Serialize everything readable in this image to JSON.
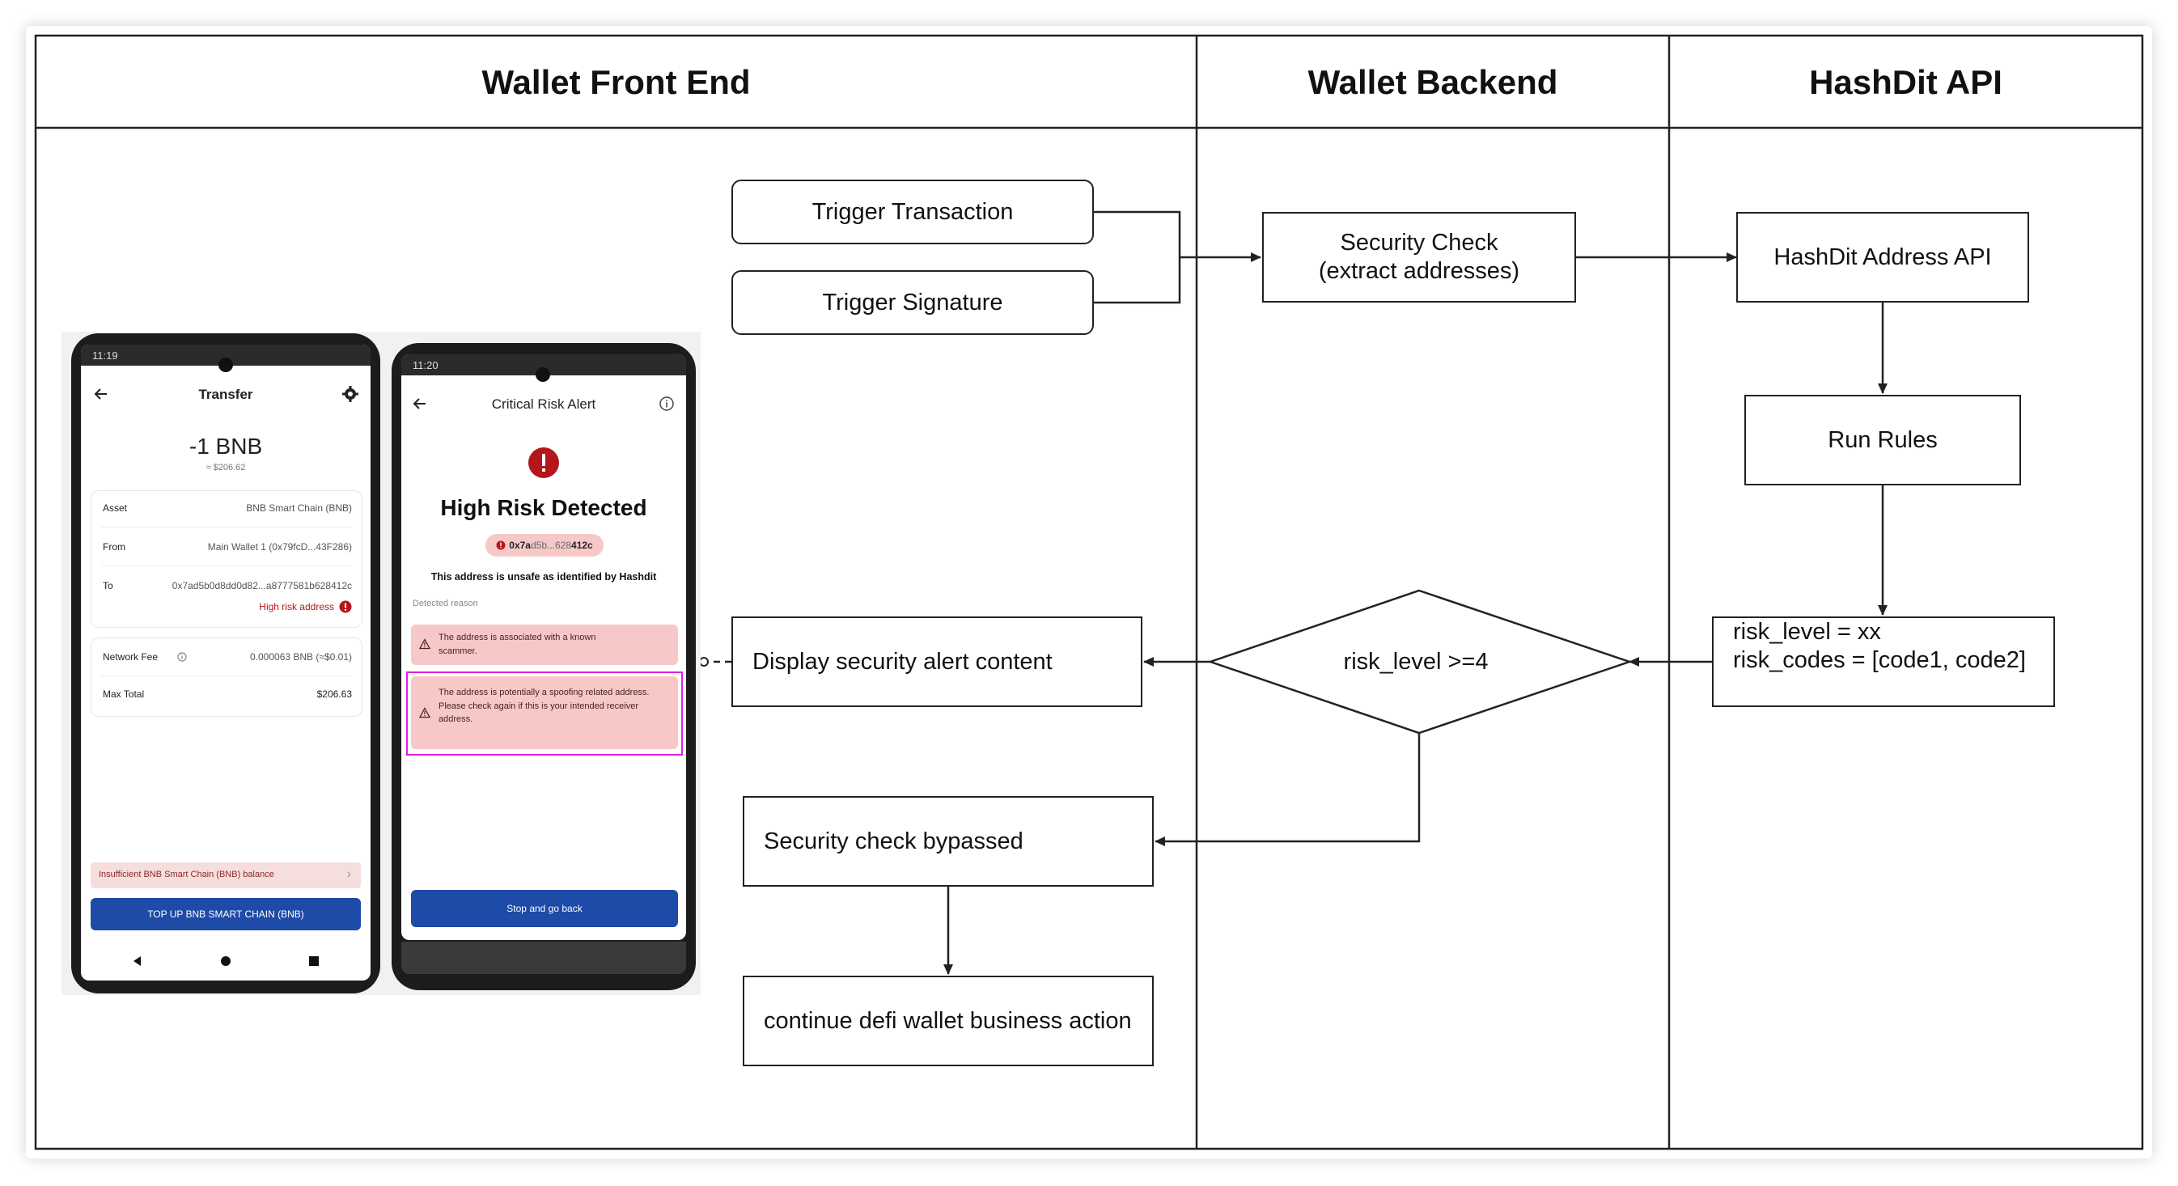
{
  "lanes": {
    "frontend": "Wallet Front End",
    "backend": "Wallet Backend",
    "api": "HashDit API"
  },
  "nodes": {
    "trigger_transaction": "Trigger Transaction",
    "trigger_signature": "Trigger Signature",
    "security_check": [
      "Security Check",
      "(extract addresses)"
    ],
    "hashdit_address_api": "HashDit Address API",
    "run_rules": "Run Rules",
    "risk_result": [
      "risk_level = xx",
      "risk_codes = [code1, code2]"
    ],
    "decision": "risk_level >=4",
    "display_alert": "Display security alert content",
    "bypassed": "Security check bypassed",
    "continue_action": "continue defi wallet business action"
  },
  "phone1": {
    "status_time": "11:19",
    "title": "Transfer",
    "amount": "-1 BNB",
    "amount_usd": "≈ $206.62",
    "asset_label": "Asset",
    "asset_value": "BNB Smart Chain (BNB)",
    "from_label": "From",
    "from_value": "Main Wallet 1  (0x79fcD...43F286)",
    "to_label": "To",
    "to_value": "0x7ad5b0d8dd0d82...a8777581b628412c",
    "risk_tag": "High risk address",
    "fee_label": "Network Fee",
    "fee_value": "0.000063 BNB (≈$0.01)",
    "total_label": "Max Total",
    "total_value": "$206.63",
    "insufficient": "Insufficient BNB Smart Chain (BNB) balance",
    "topup_button": "TOP UP BNB SMART CHAIN (BNB)"
  },
  "phone2": {
    "status_time": "11:20",
    "title": "Critical Risk Alert",
    "headline": "High Risk Detected",
    "address_chip_a": "0x7a",
    "address_chip_b": "d5b...628",
    "address_chip_c": "412c",
    "unsafe_text": "This address is unsafe as identified by Hashdit",
    "detected_reason": "Detected reason",
    "reason1": "The address is associated with a known scammer.",
    "reason2": "The address is potentially a spoofing related address. Please check again if this is your intended receiver address.",
    "stop_button": "Stop and go back"
  },
  "colors": {
    "line": "#222222",
    "highlight": "#e020e0",
    "alert_red": "#b3161b",
    "warn_bg": "#f6c8c8",
    "button_blue": "#1e4aa8"
  },
  "icons": [
    "back-arrow-icon",
    "gear-icon",
    "info-icon",
    "alert-icon",
    "warning-triangle-icon",
    "nav-back-icon",
    "nav-home-icon",
    "nav-recents-icon"
  ]
}
